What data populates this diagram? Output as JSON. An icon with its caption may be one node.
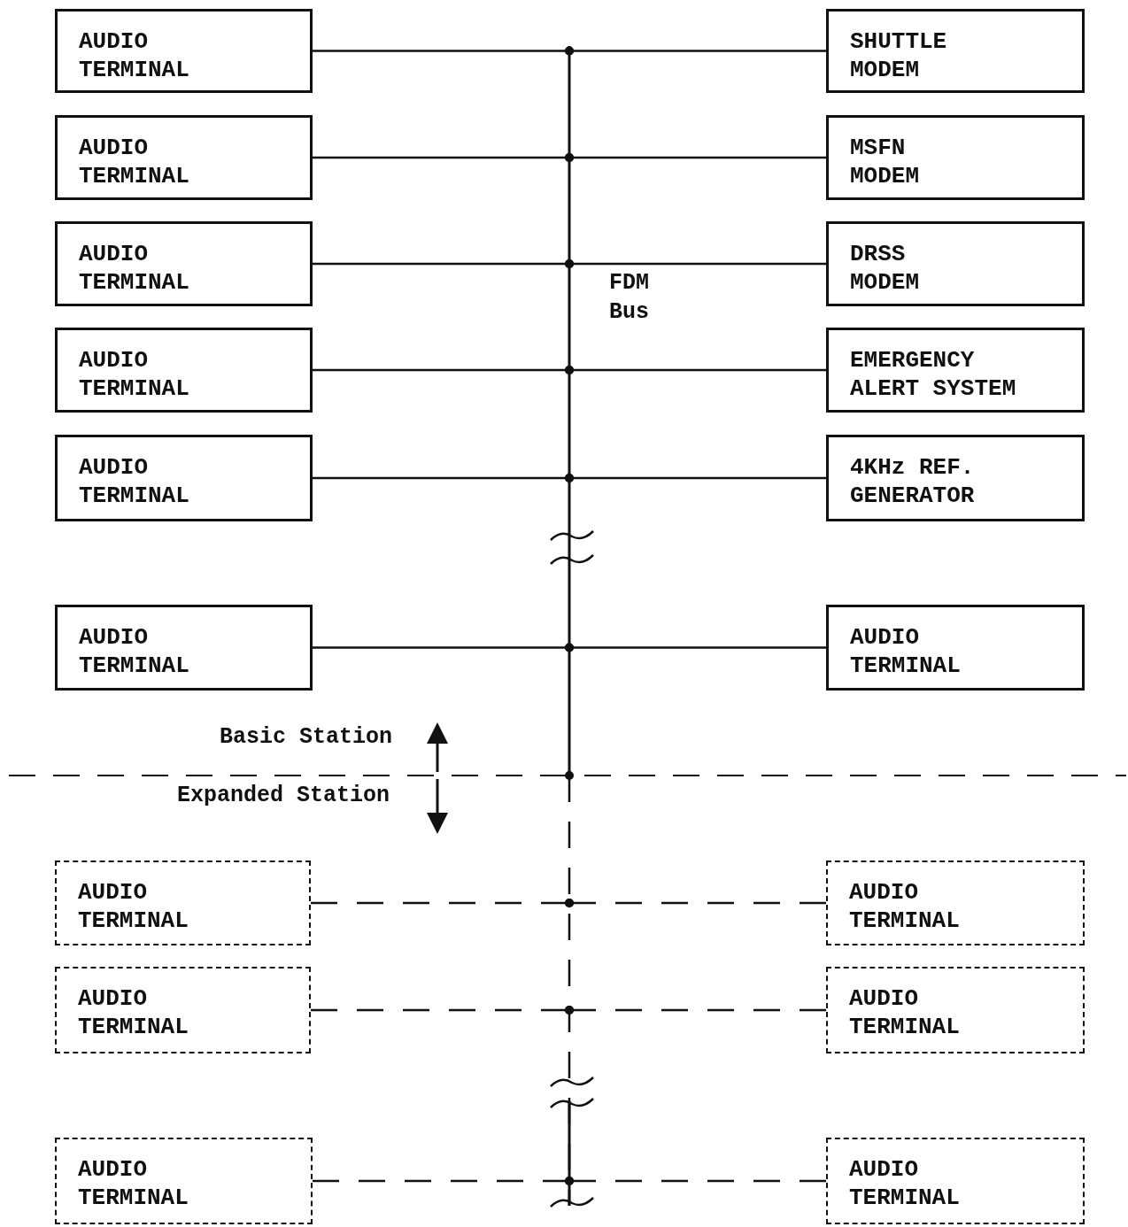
{
  "diagram": {
    "nodes": [
      {
        "text": [],
        "shape": "bar",
        "beside": [
          "FDM Bus"
        ]
      },
      {
        "text": [
          "AUDIO TERMINAL"
        ]
      },
      {
        "text": [
          "SHUTTLE MODEM"
        ]
      },
      {
        "text": [
          "AUDIO TERMINAL"
        ]
      },
      {
        "text": [
          "MSFN MODEM"
        ]
      },
      {
        "text": [
          "AUDIO TERMINAL"
        ]
      },
      {
        "text": [
          "DRSS MODEM"
        ]
      },
      {
        "text": [
          "AUDIO TERMINAL"
        ]
      },
      {
        "text": [
          "EMERGENCY ALERT SYSTEM"
        ]
      },
      {
        "text": [
          "AUDIO TERMINAL"
        ]
      },
      {
        "text": [
          "4KHz REF. GENERATOR"
        ]
      },
      {
        "text": [
          "AUDIO TERMINAL"
        ]
      },
      {
        "text": [
          "AUDIO TERMINAL"
        ]
      },
      {
        "text": [
          "AUDIO TERMINAL"
        ]
      },
      {
        "text": [
          "AUDIO TERMINAL"
        ]
      },
      {
        "text": [
          "AUDIO TERMINAL"
        ]
      },
      {
        "text": [
          "AUDIO TERMINAL"
        ]
      },
      {
        "text": [
          "AUDIO TERMINAL"
        ]
      },
      {
        "text": [
          "AUDIO TERMINAL"
        ]
      }
    ],
    "edges": [
      {
        "from": 1,
        "to": 0,
        "arrow": "none"
      },
      {
        "from": 2,
        "to": 0,
        "arrow": "none"
      },
      {
        "from": 3,
        "to": 0,
        "arrow": "none"
      },
      {
        "from": 4,
        "to": 0,
        "arrow": "none"
      },
      {
        "from": 5,
        "to": 0,
        "arrow": "none"
      },
      {
        "from": 6,
        "to": 0,
        "arrow": "none"
      },
      {
        "from": 7,
        "to": 0,
        "arrow": "none"
      },
      {
        "from": 8,
        "to": 0,
        "arrow": "none"
      },
      {
        "from": 9,
        "to": 0,
        "arrow": "none"
      },
      {
        "from": 10,
        "to": 0,
        "arrow": "none"
      },
      {
        "from": 11,
        "to": 0,
        "arrow": "none"
      },
      {
        "from": 12,
        "to": 0,
        "arrow": "none"
      },
      {
        "from": 13,
        "to": 0,
        "arrow": "none",
        "style": "dashed"
      },
      {
        "from": 14,
        "to": 0,
        "arrow": "none",
        "style": "dashed"
      },
      {
        "from": 15,
        "to": 0,
        "arrow": "none",
        "style": "dashed"
      },
      {
        "from": 16,
        "to": 0,
        "arrow": "none",
        "style": "dashed"
      },
      {
        "from": 17,
        "to": 0,
        "arrow": "none",
        "style": "dashed"
      },
      {
        "from": 18,
        "to": 0,
        "arrow": "none",
        "style": "dashed"
      }
    ],
    "labels": [
      "Basic Station",
      "Expanded Station"
    ]
  }
}
